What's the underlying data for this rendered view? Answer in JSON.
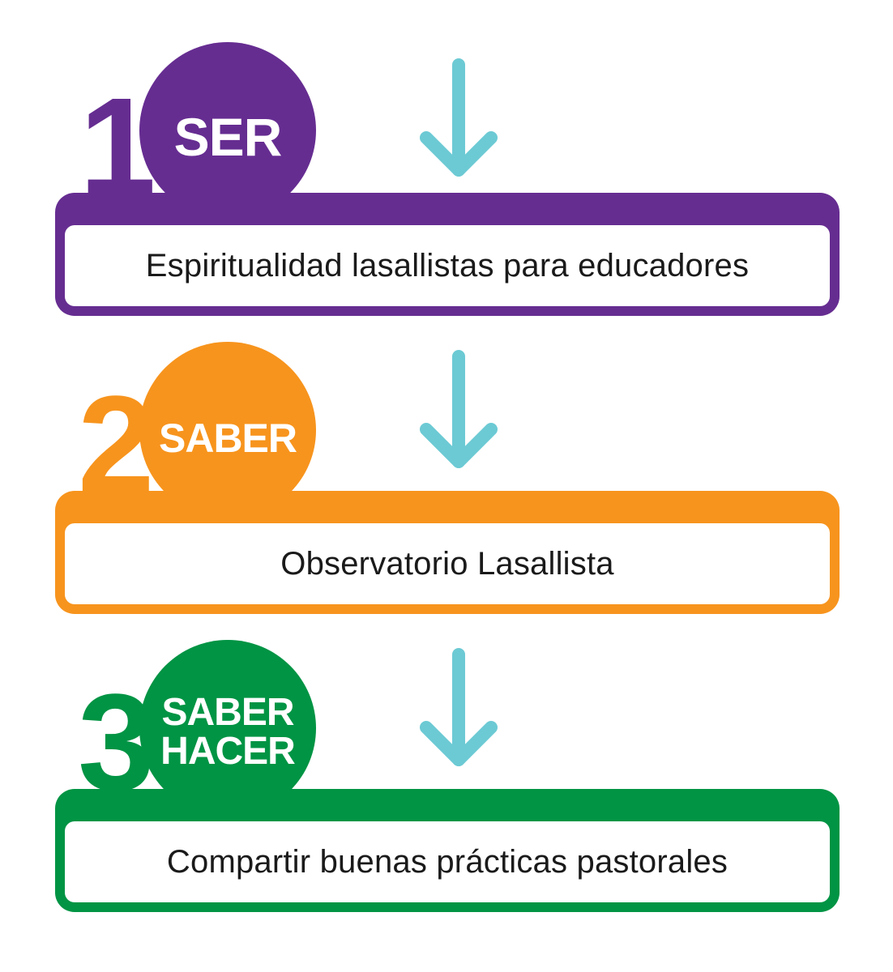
{
  "colors": {
    "step1": "#662d91",
    "step2": "#f7941d",
    "step3": "#009444",
    "arrow": "#6ccad4"
  },
  "steps": [
    {
      "number": "1",
      "circle_lines": [
        "SER"
      ],
      "box_text": "Espiritualidad lasallistas para educadores"
    },
    {
      "number": "2",
      "circle_lines": [
        "SABER"
      ],
      "box_text": "Observatorio Lasallista"
    },
    {
      "number": "3",
      "circle_lines": [
        "SABER",
        "HACER"
      ],
      "box_text": "Compartir buenas prácticas pastorales"
    }
  ],
  "icons": {
    "arrow": "arrow-down-icon"
  }
}
